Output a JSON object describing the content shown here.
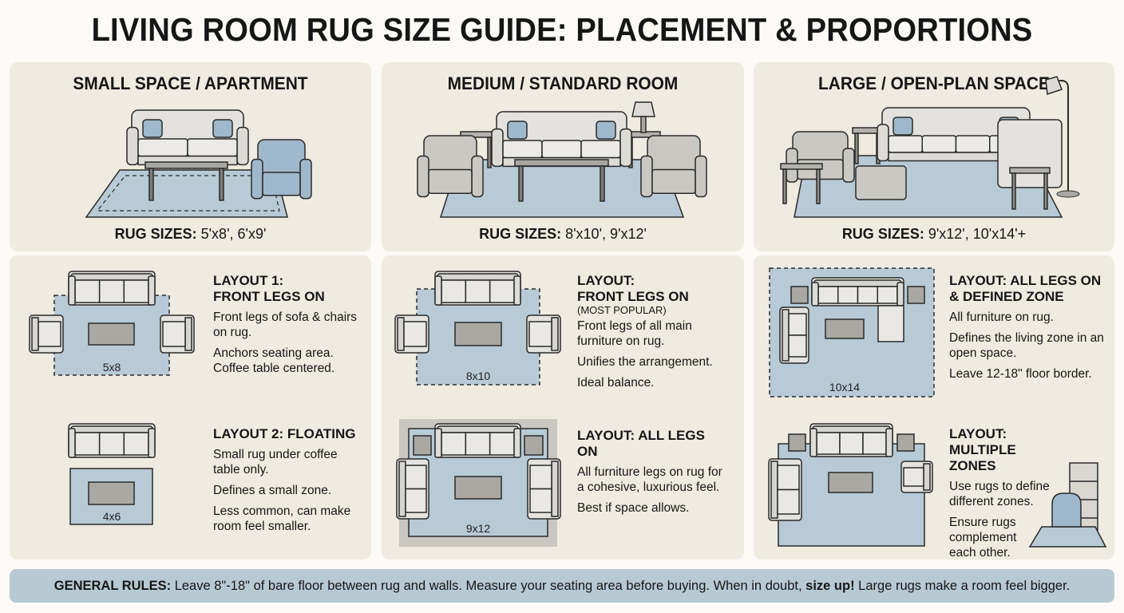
{
  "title": "LIVING ROOM RUG SIZE GUIDE: PLACEMENT & PROPORTIONS",
  "columns": [
    {
      "heading": "SMALL SPACE / APARTMENT",
      "sizes_label": "RUG SIZES:",
      "sizes": " 5'x8', 6'x9'",
      "layouts": [
        {
          "title": "LAYOUT 1:\nFRONT LEGS ON",
          "note": "",
          "paras": [
            "Front legs of sofa & chairs on rug.",
            "Anchors seating area. Coffee table centered."
          ],
          "rug": "5x8"
        },
        {
          "title": "LAYOUT 2: FLOATING",
          "note": "",
          "paras": [
            "Small rug under coffee table only.",
            "Defines a small zone.",
            "Less common, can make room feel smaller."
          ],
          "rug": "4x6"
        }
      ]
    },
    {
      "heading": "MEDIUM / STANDARD ROOM",
      "sizes_label": "RUG SIZES:",
      "sizes": " 8'x10', 9'x12'",
      "layouts": [
        {
          "title": "LAYOUT:\nFRONT LEGS ON",
          "note": "(MOST POPULAR)",
          "paras": [
            "Front legs of all main furniture on rug.",
            "Unifies the arrangement.",
            "Ideal balance."
          ],
          "rug": "8x10"
        },
        {
          "title": "LAYOUT: ALL LEGS ON",
          "note": "",
          "paras": [
            "All furniture legs on rug for a cohesive, luxurious feel.",
            "Best if space allows."
          ],
          "rug": "9x12"
        }
      ]
    },
    {
      "heading": "LARGE / OPEN-PLAN SPACE",
      "sizes_label": "RUG SIZES:",
      "sizes": " 9'x12', 10'x14'+",
      "layouts": [
        {
          "title": "LAYOUT: ALL LEGS ON\n& DEFINED ZONE",
          "note": "",
          "paras": [
            "All furniture on rug.",
            "Defines the living zone in an open space.",
            "Leave 12-18\" floor border."
          ],
          "rug": "10x14"
        },
        {
          "title": "LAYOUT:\nMULTIPLE ZONES",
          "note": "",
          "paras": [
            "Use rugs to define different zones.",
            "Ensure rugs complement each other."
          ],
          "rug": ""
        }
      ]
    }
  ],
  "footer": {
    "label": "GENERAL RULES:",
    "text1": " Leave 8\"-18\" of bare floor between rug and walls. Measure your seating area before buying. When in doubt, ",
    "bold": "size up!",
    "text2": " Large rugs make a room feel bigger."
  },
  "colors": {
    "panel": "#efebe0",
    "rug": "#b7cad6",
    "table": "#a9a8a3",
    "floor": "#c9c7c0",
    "footer": "#b7c9d3"
  }
}
